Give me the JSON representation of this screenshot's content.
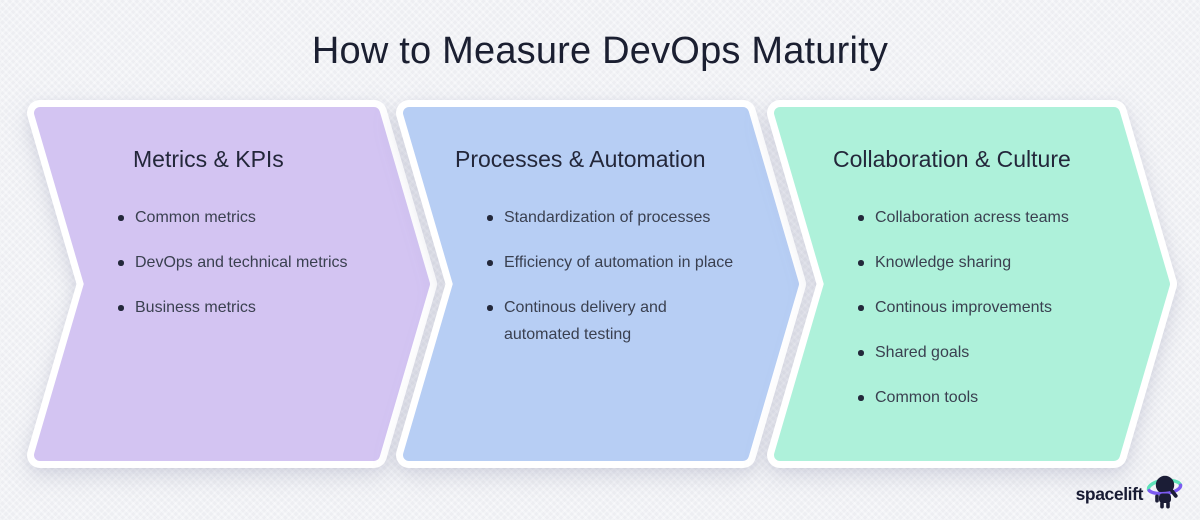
{
  "title": "How to Measure DevOps Maturity",
  "columns": [
    {
      "heading": "Metrics & KPIs",
      "color": "#d3c4f2",
      "items": [
        "Common metrics",
        "DevOps and technical metrics",
        "Business metrics"
      ]
    },
    {
      "heading": "Processes & Automation",
      "color": "#b7cef4",
      "items": [
        "Standardization of processes",
        "Efficiency of automation in place",
        "Continous delivery and\nautomated testing"
      ]
    },
    {
      "heading": "Collaboration & Culture",
      "color": "#aef1da",
      "items": [
        "Collaboration acress teams",
        "Knowledge sharing",
        "Continous improvements",
        "Shared goals",
        "Common tools"
      ]
    }
  ],
  "logo": {
    "brand": "spacelift",
    "icon": "astronaut-saturn-mascot-icon",
    "body_color": "#1b1d36",
    "ring_left_color": "#5fe3ba",
    "ring_right_color": "#7c5bf0"
  },
  "colors": {
    "background": "#f1f2f6",
    "title_text": "#1b1f31",
    "heading_text": "#23273a",
    "body_text": "#3a4050"
  }
}
